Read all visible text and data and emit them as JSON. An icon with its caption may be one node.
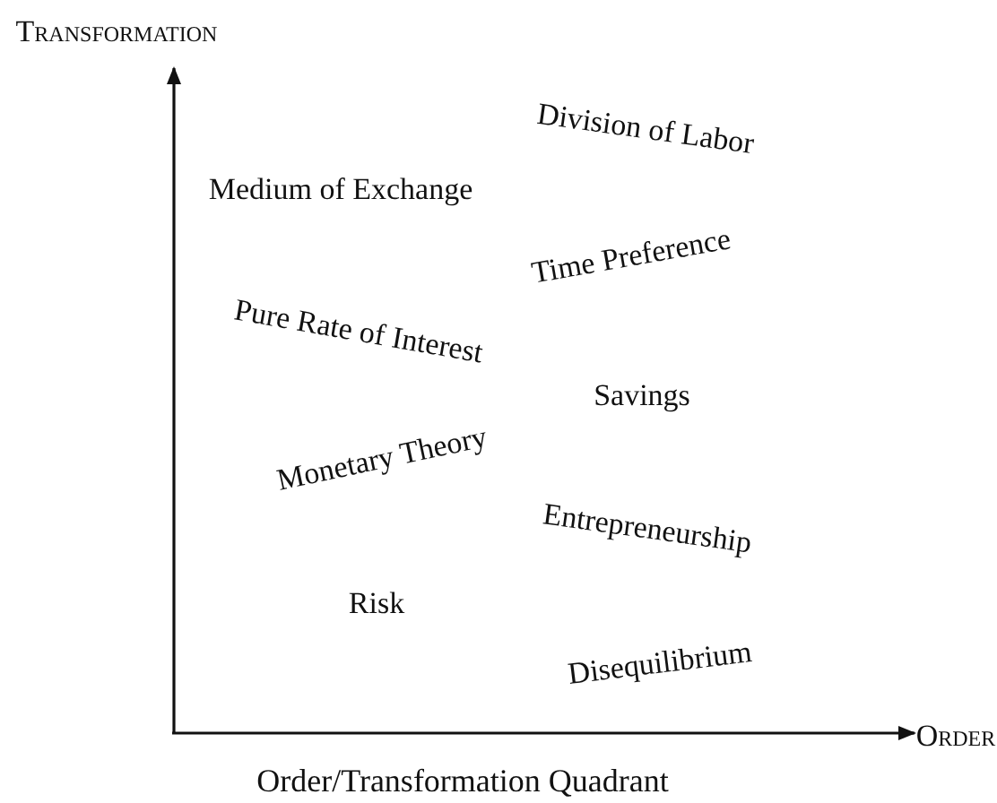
{
  "diagram": {
    "caption": "Order/Transformation Quadrant",
    "labels": [
      "Transformation",
      "Division of Labor",
      "Medium of Exchange",
      "Time Preference",
      "Pure Rate of Interest",
      "Savings",
      "Monetary Theory",
      "Entrepreneurship",
      "Risk",
      "Disequilibrium",
      "Order"
    ]
  }
}
